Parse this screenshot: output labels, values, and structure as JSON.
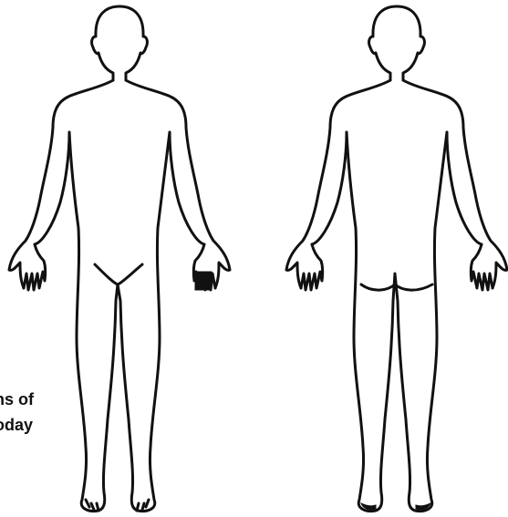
{
  "caption": {
    "line1": "ns of",
    "line2": "oday"
  },
  "figures": {
    "front_icon": "human-body-front-outline",
    "back_icon": "human-body-back-outline"
  },
  "colors": {
    "outline": "#111111",
    "background": "#ffffff"
  }
}
